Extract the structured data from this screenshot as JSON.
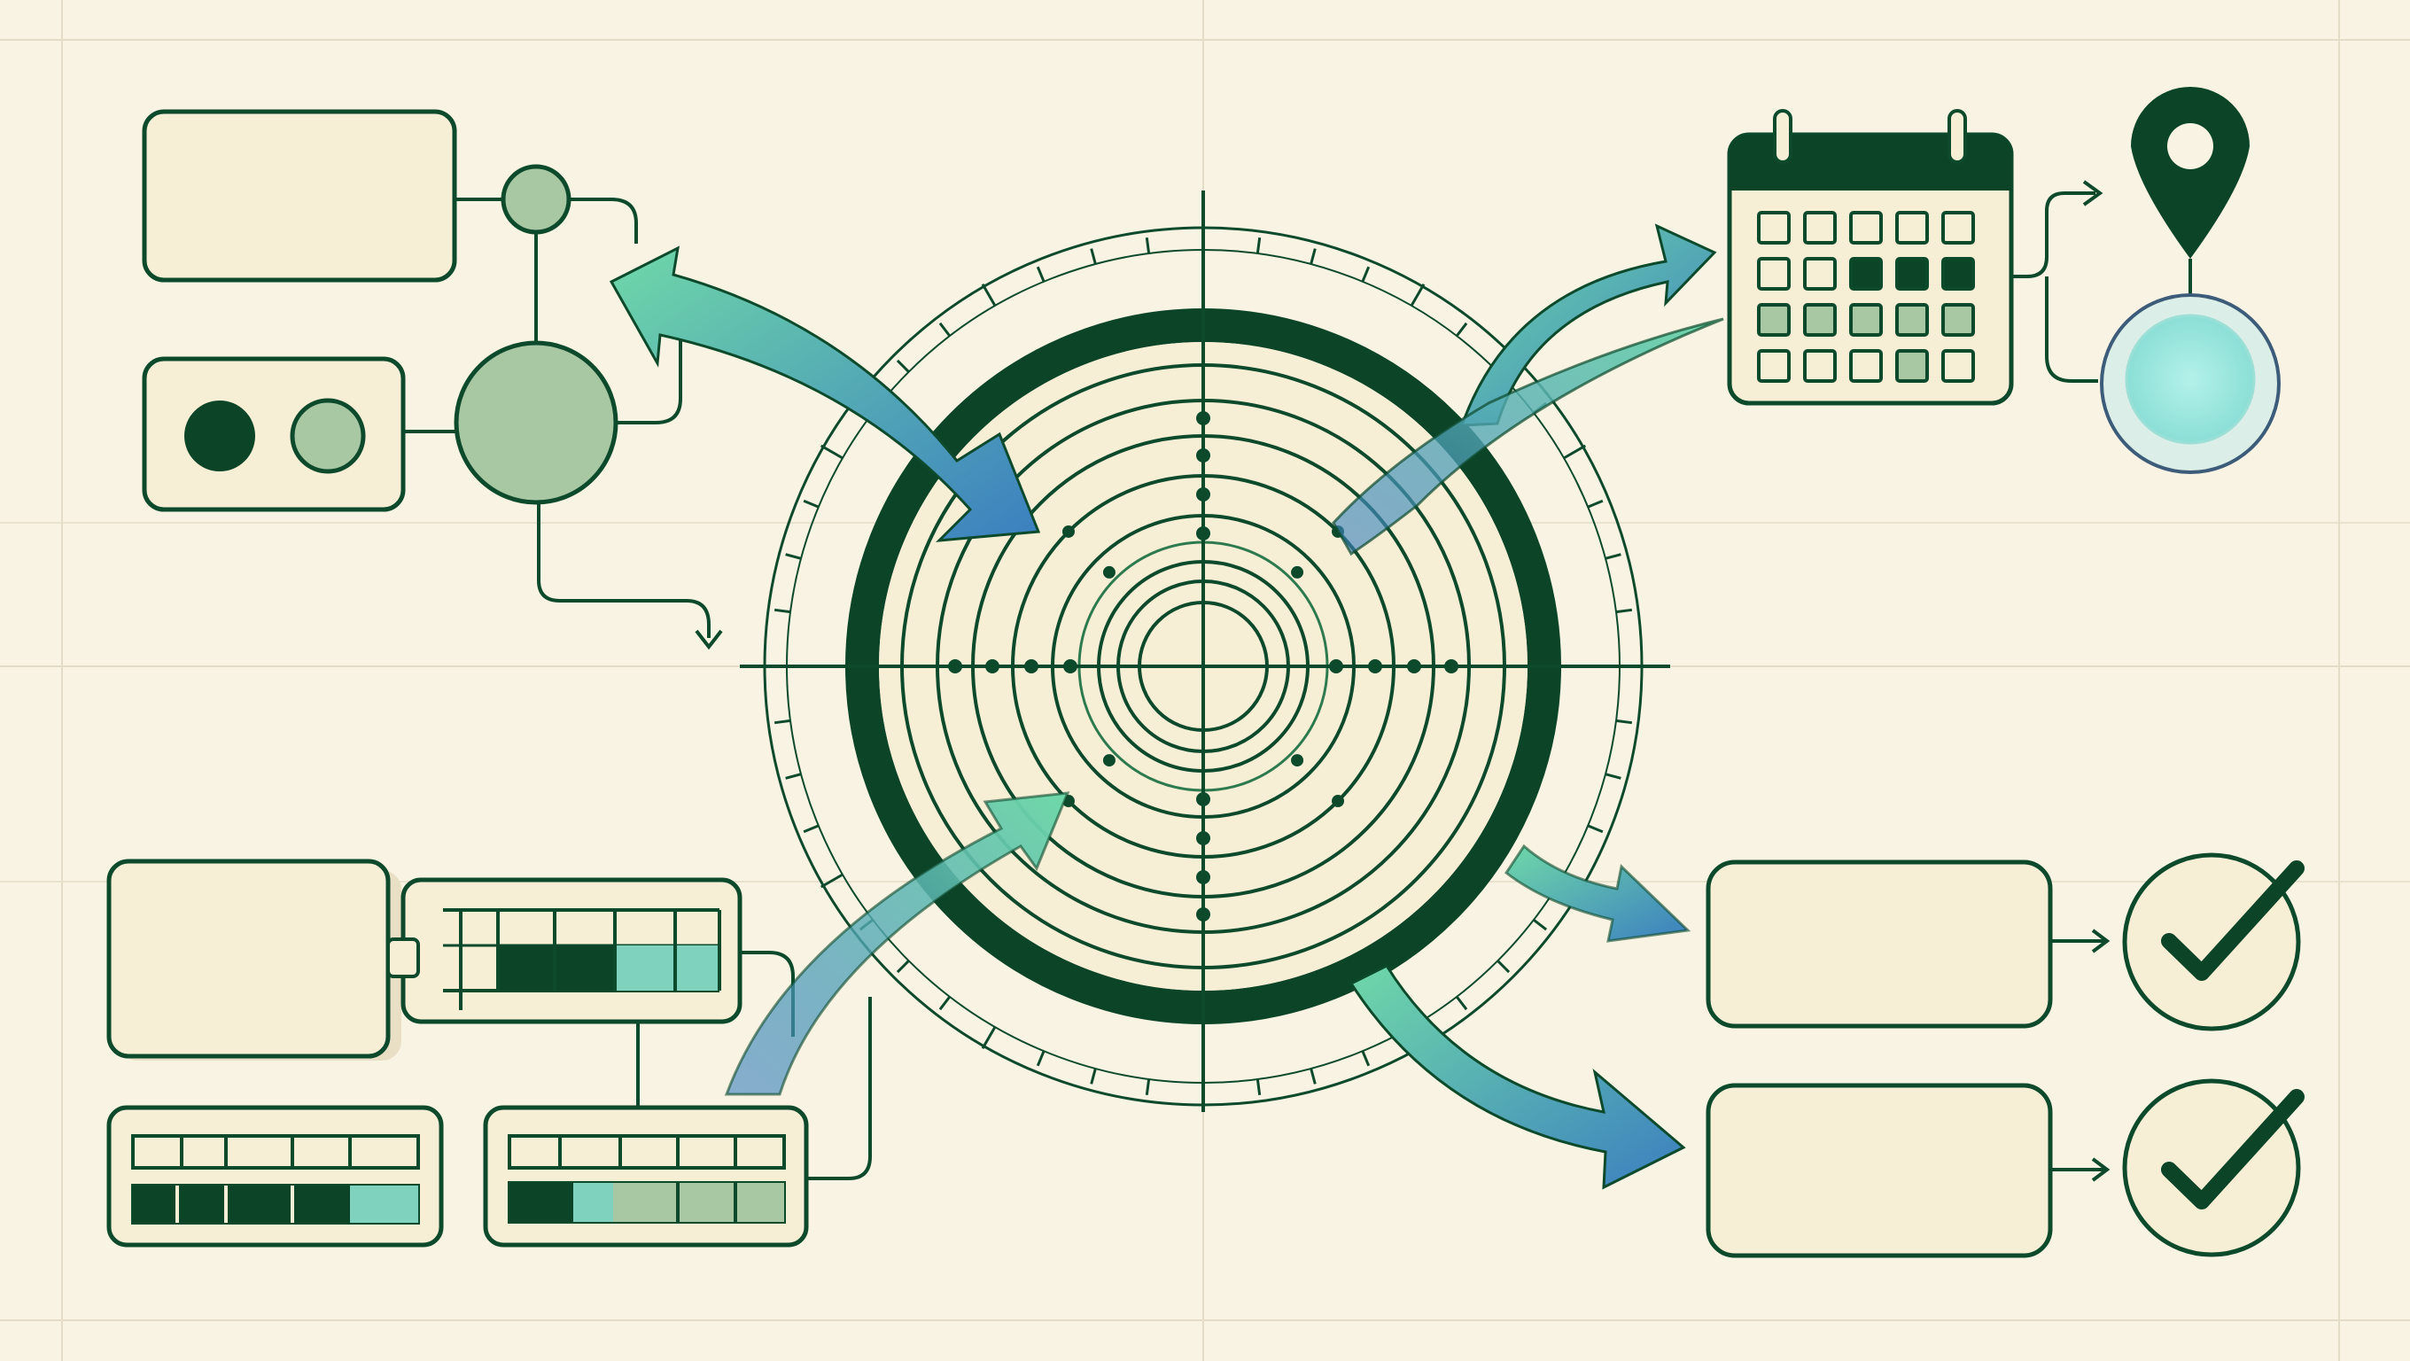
{
  "palette": {
    "paper": "#f8f3e2",
    "card": "#f7eed6",
    "ink": "#0d4a2c",
    "dark": "#0b4427",
    "sage": "#a8c8a4",
    "sage_light": "#c7dcc4",
    "mint": "#7fd2be",
    "aqua": "#a8ece4",
    "blue": "#3b7fc0",
    "green_arrow": "#6fd8a8",
    "grid": "#e4dcc6"
  },
  "diagram": {
    "hub": {
      "icon": "target-hub-icon"
    },
    "inputs": [
      {
        "name": "input-card-blank",
        "icon": ""
      },
      {
        "name": "input-card-toggle",
        "icon": "toggle-dots-icon"
      },
      {
        "name": "input-card-node-tree",
        "icon": "node-tree-icon"
      },
      {
        "name": "input-card-blank-lower",
        "icon": ""
      },
      {
        "name": "input-card-table-a",
        "icon": "table-icon"
      },
      {
        "name": "input-card-table-b",
        "icon": "table-icon"
      },
      {
        "name": "input-card-table-c",
        "icon": "table-icon"
      }
    ],
    "outputs": [
      {
        "name": "calendar",
        "icon": "calendar-icon"
      },
      {
        "name": "location-pin",
        "icon": "location-pin-icon"
      },
      {
        "name": "result-card-1",
        "icon": "check-icon"
      },
      {
        "name": "result-card-2",
        "icon": "check-icon"
      }
    ],
    "calendar_filled_cells": [
      {
        "row": 1,
        "col": 2,
        "tone": "dark"
      },
      {
        "row": 1,
        "col": 3,
        "tone": "dark"
      },
      {
        "row": 1,
        "col": 4,
        "tone": "dark"
      },
      {
        "row": 2,
        "col": 0,
        "tone": "sage"
      },
      {
        "row": 2,
        "col": 1,
        "tone": "sage"
      },
      {
        "row": 2,
        "col": 2,
        "tone": "sage"
      },
      {
        "row": 2,
        "col": 3,
        "tone": "sage"
      },
      {
        "row": 2,
        "col": 4,
        "tone": "sage"
      },
      {
        "row": 3,
        "col": 3,
        "tone": "sage"
      }
    ]
  }
}
